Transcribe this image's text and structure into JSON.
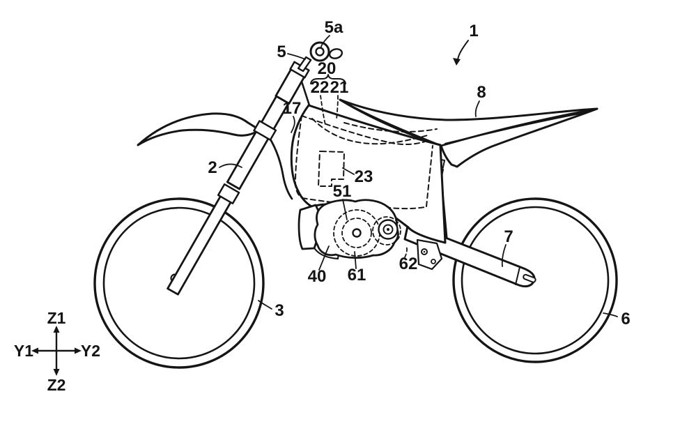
{
  "figure": {
    "kind": "patent-line-drawing",
    "subject": "off-road electric motorcycle, left side view",
    "background_color": "#ffffff",
    "line_color": "#151515"
  },
  "ref": {
    "n1": "1",
    "n2": "2",
    "n3": "3",
    "n5": "5",
    "n5a": "5a",
    "n6": "6",
    "n7": "7",
    "n8": "8",
    "n17": "17",
    "n20": "20",
    "n22": "22",
    "n21": "21",
    "n23": "23",
    "n40": "40",
    "n51": "51",
    "n61": "61",
    "n62": "62"
  },
  "axes": {
    "z_up": "Z1",
    "z_down": "Z2",
    "y_left": "Y1",
    "y_right": "Y2"
  }
}
